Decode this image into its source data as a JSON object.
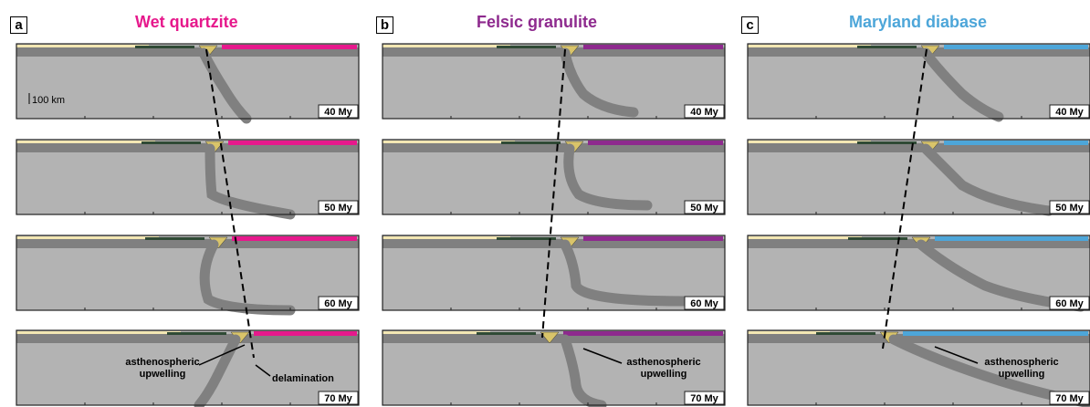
{
  "columns": [
    {
      "letter": "a",
      "title": "Wet quartzite",
      "color": "#e6198c"
    },
    {
      "letter": "b",
      "title": "Felsic granulite",
      "color": "#8e2a8e"
    },
    {
      "letter": "c",
      "title": "Maryland diabase",
      "color": "#4da6d9"
    }
  ],
  "time_labels": [
    "40 My",
    "50 My",
    "60 My",
    "70 My"
  ],
  "scale_bar": "100 km",
  "annotations": {
    "a_asthenospheric": "asthenospheric\nupwelling",
    "a_delamination": "delamination",
    "b_asthenospheric": "asthenospheric\nupwelling",
    "c_asthenospheric": "asthenospheric\nupwelling"
  },
  "colors": {
    "mantle": "#b3b3b3",
    "lithosphere": "#808080",
    "frame": "#222222",
    "sediment": "#f3e7b3"
  }
}
